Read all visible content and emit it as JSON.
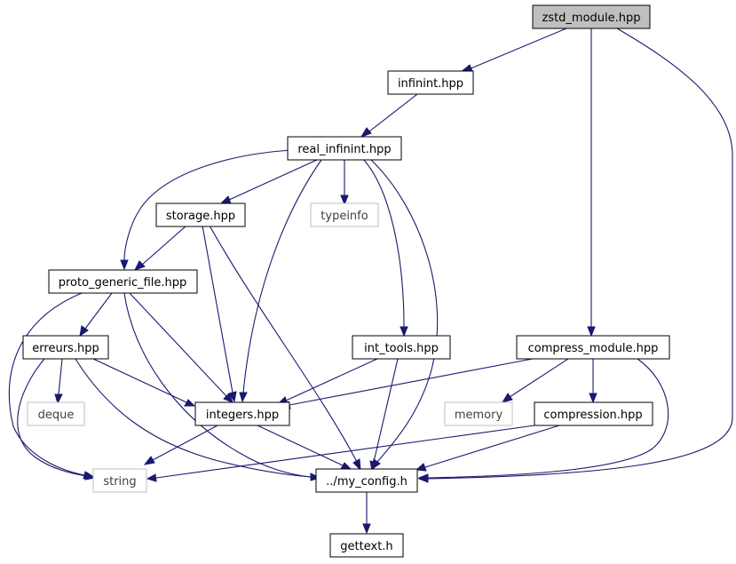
{
  "colors": {
    "edge": "#191970",
    "node_border": "#000000",
    "system_node_border": "#bfbfbf",
    "root_fill": "#bfbfbf",
    "node_fill": "#ffffff",
    "system_text": "#3f3f3f"
  },
  "nodes": {
    "zstd_module": "zstd_module.hpp",
    "infinint": "infinint.hpp",
    "real_infinint": "real_infinint.hpp",
    "storage": "storage.hpp",
    "typeinfo": "typeinfo",
    "proto_generic_file": "proto_generic_file.hpp",
    "erreurs": "erreurs.hpp",
    "int_tools": "int_tools.hpp",
    "compress_module": "compress_module.hpp",
    "deque": "deque",
    "integers": "integers.hpp",
    "memory": "memory",
    "compression": "compression.hpp",
    "string": "string",
    "my_config": "../my_config.h",
    "gettext": "gettext.h"
  }
}
